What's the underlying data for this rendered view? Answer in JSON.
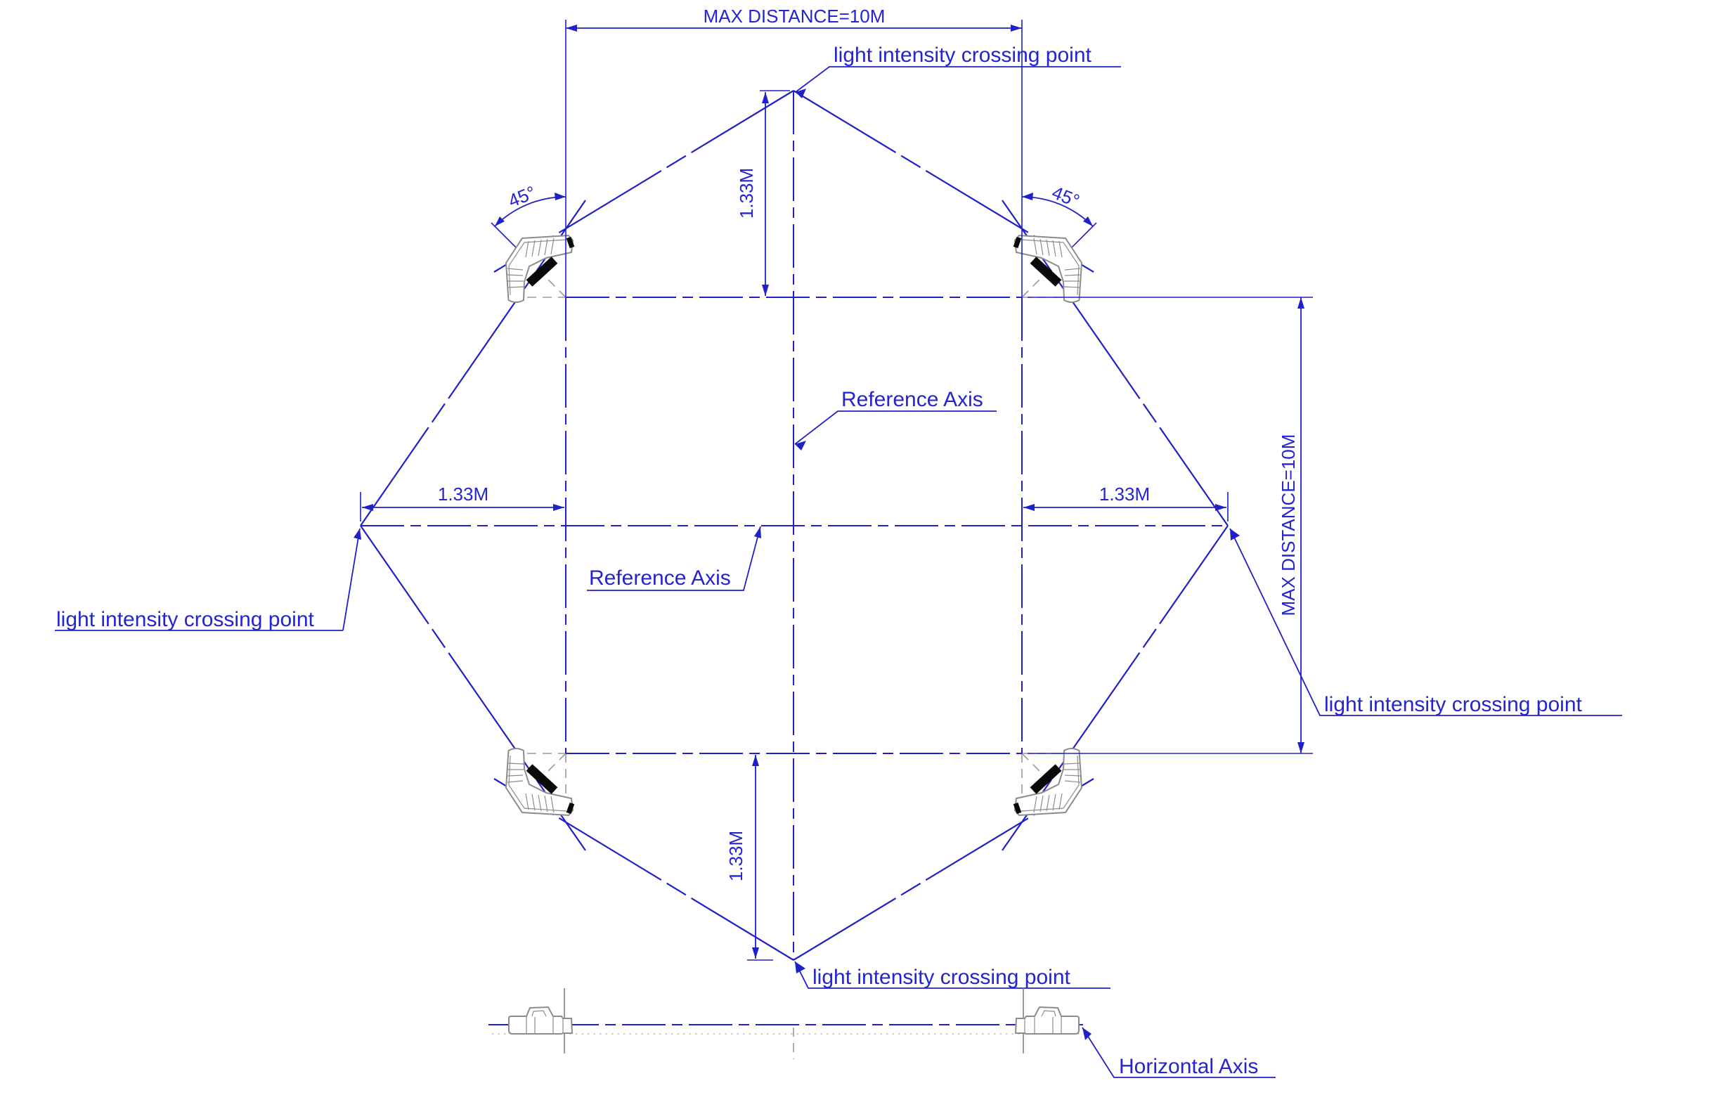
{
  "drawing": {
    "title_hint": "light sensor coverage layout drawing",
    "labels": {
      "crossing_point_top": "light intensity crossing point",
      "crossing_point_left": "light intensity crossing point",
      "crossing_point_right": "light intensity crossing point",
      "crossing_point_bottom": "light intensity crossing point",
      "reference_axis_vertical": "Reference Axis",
      "reference_axis_horizontal": "Reference Axis",
      "horizontal_axis": "Horizontal Axis"
    },
    "dimensions": {
      "max_distance_top": "MAX DISTANCE=10M",
      "max_distance_right": "MAX DISTANCE=10M",
      "offset_top": "1.33M",
      "offset_bottom": "1.33M",
      "offset_left": "1.33M",
      "offset_right": "1.33M",
      "angle_left": "45°",
      "angle_right": "45°"
    },
    "colors": {
      "line_blue": "#2020c8",
      "text_blue": "#2424d0",
      "sensor_outline_gray": "#8c8c8c",
      "projection_gray": "#9a9a9a",
      "rubber_slot_black": "#0a0a0a",
      "background": "#ffffff"
    }
  }
}
